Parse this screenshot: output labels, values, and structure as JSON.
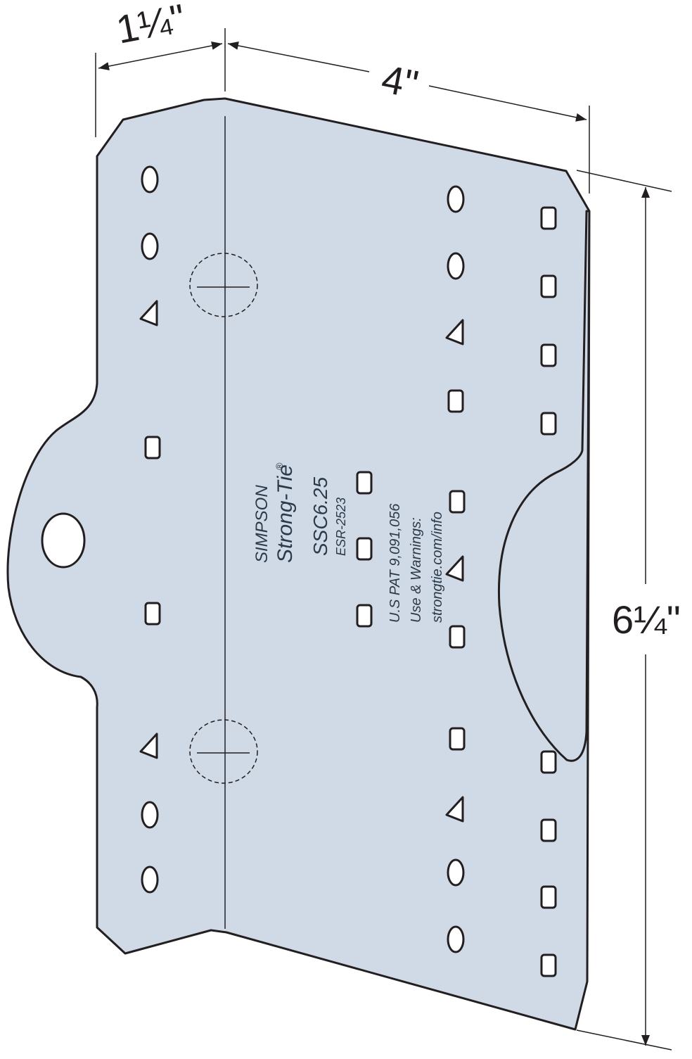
{
  "dimensions": {
    "flange_width": "1¼\"",
    "plate_width": "4\"",
    "plate_height": "6¼\""
  },
  "stamp": {
    "brand_line1": "SIMPSON",
    "brand_line2": "Strong-Tie",
    "registered_mark": "®",
    "model": "SSC6.25",
    "evaluation": "ESR-2523",
    "patent": "U.S PAT 9,091,056",
    "warning_line1": "Use & Warnings:",
    "warning_line2": "strongtie.com/info"
  },
  "colors": {
    "metal": "#cfdae6",
    "outline": "#231f20",
    "stamp_text": "#2b3a4a"
  }
}
